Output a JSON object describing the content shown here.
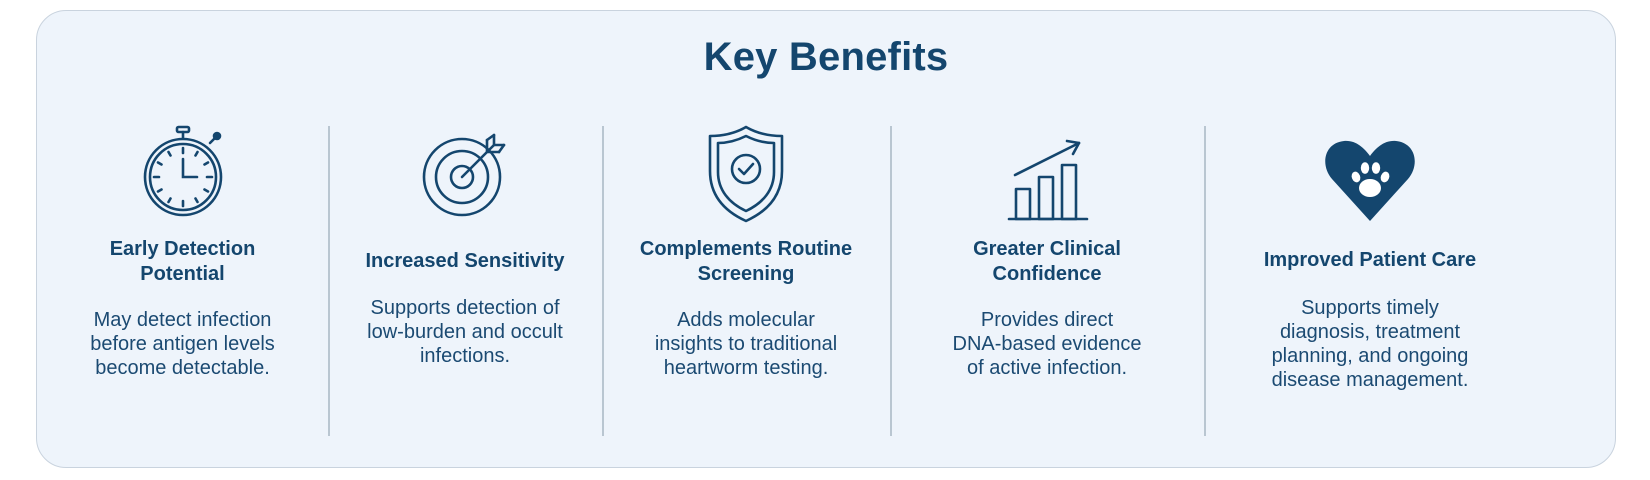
{
  "title": "Key Benefits",
  "colors": {
    "accent": "#14466e",
    "panel_bg": "#eef4fb",
    "divider": "#b9c6d1"
  },
  "benefits": [
    {
      "icon": "stopwatch-icon",
      "heading": [
        "Early Detection",
        "Potential"
      ],
      "description": [
        "May detect infection",
        "before antigen levels",
        "become detectable."
      ]
    },
    {
      "icon": "target-icon",
      "heading": [
        "Increased Sensitivity"
      ],
      "description": [
        "Supports detection of",
        "low-burden and occult",
        "infections."
      ]
    },
    {
      "icon": "shield-check-icon",
      "heading": [
        "Complements Routine",
        "Screening"
      ],
      "description": [
        "Adds molecular",
        "insights to traditional",
        "heartworm testing."
      ]
    },
    {
      "icon": "growth-chart-icon",
      "heading": [
        "Greater Clinical",
        "Confidence"
      ],
      "description": [
        "Provides direct",
        "DNA-based evidence",
        "of active infection."
      ]
    },
    {
      "icon": "heart-paw-icon",
      "heading": [
        "Improved Patient Care"
      ],
      "description": [
        "Supports timely",
        "diagnosis, treatment",
        "planning, and ongoing",
        "disease management."
      ]
    }
  ]
}
